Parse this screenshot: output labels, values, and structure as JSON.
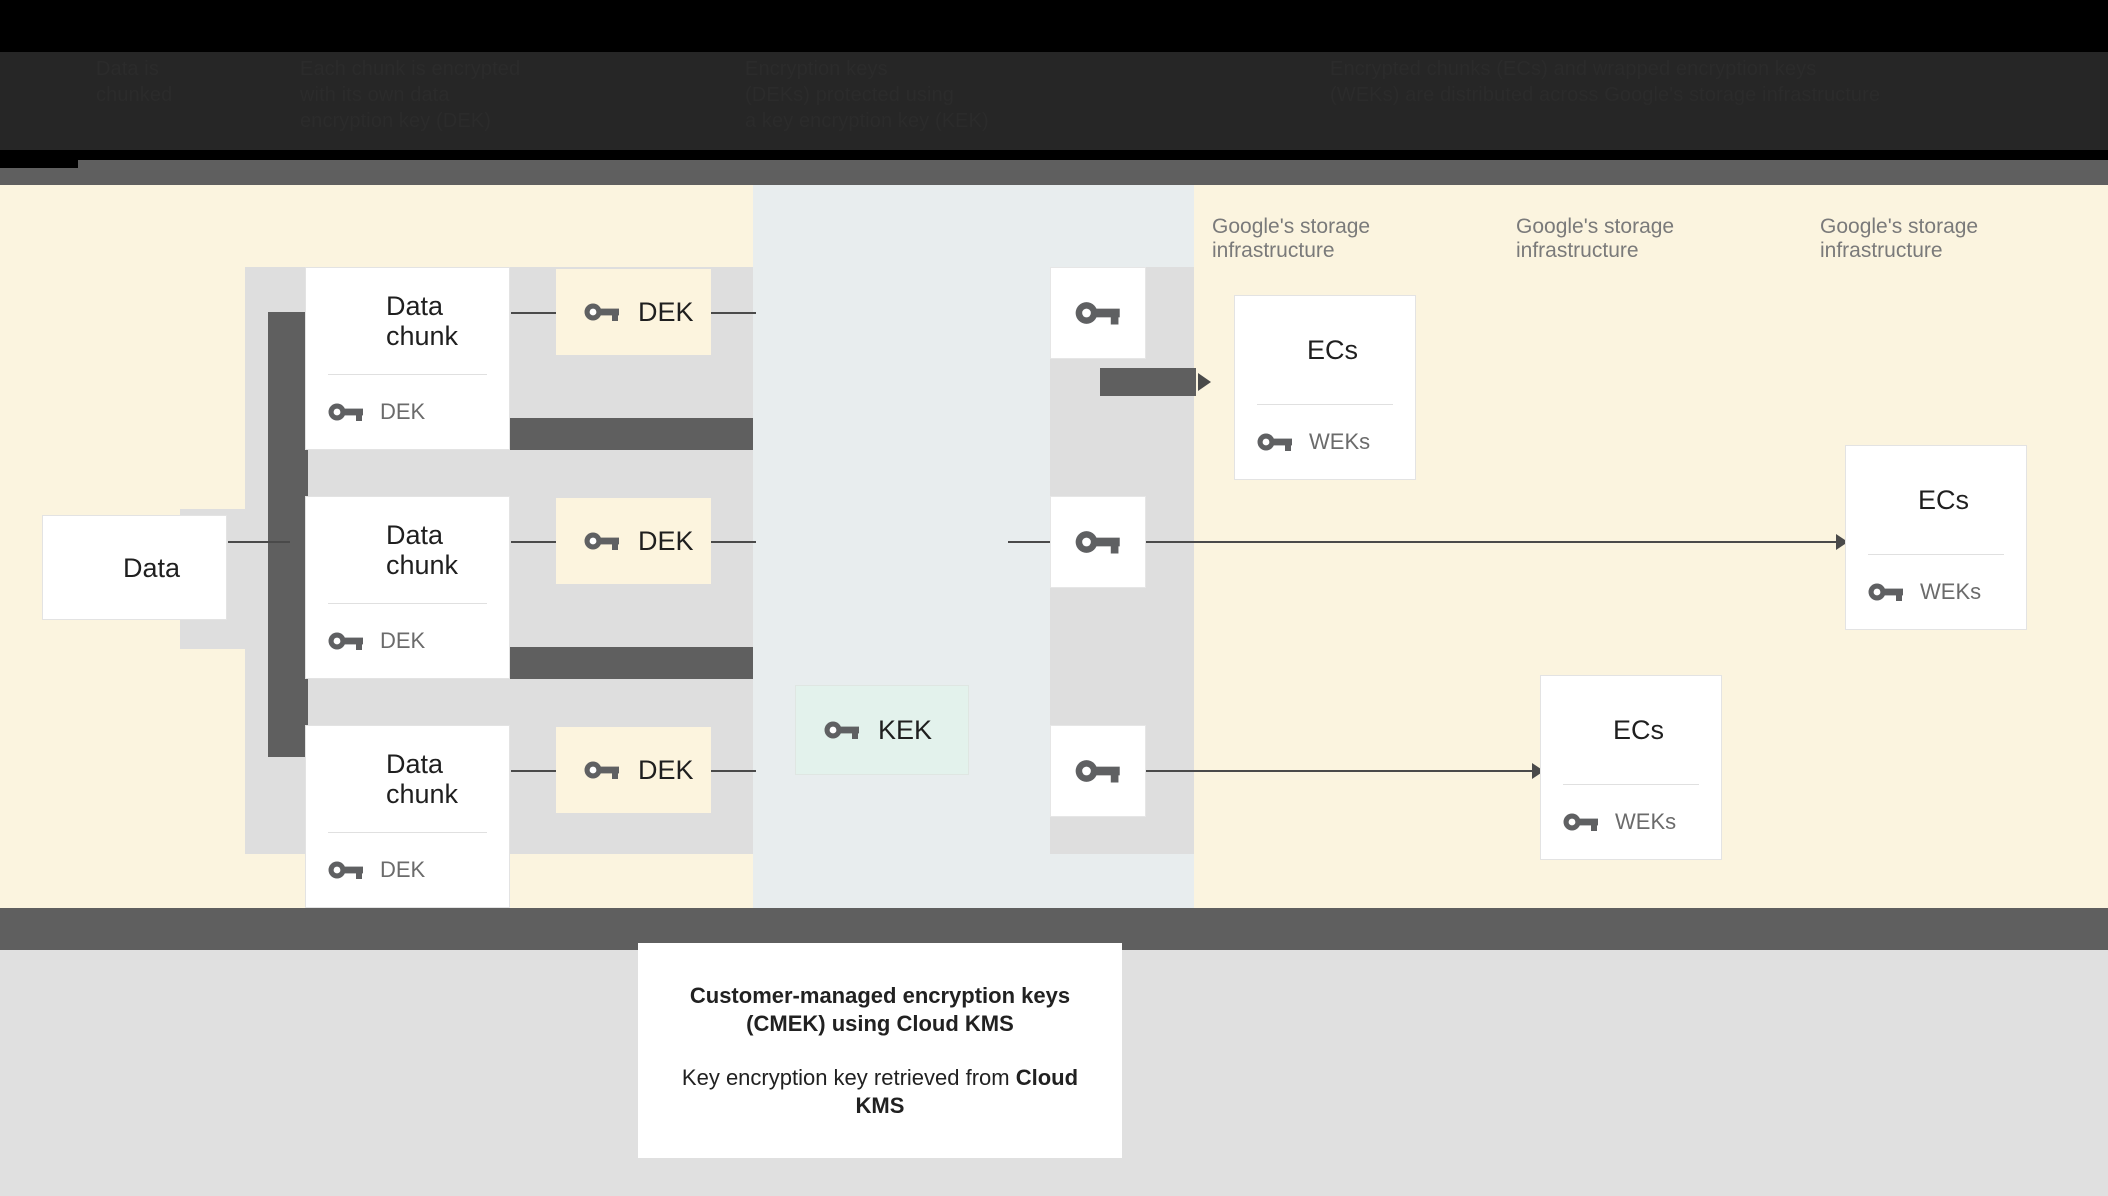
{
  "top_annotations": [
    {
      "id": "data-chunked",
      "text": "Data is\nchunked"
    },
    {
      "id": "chunk-encrypted",
      "text": "Each chunk is encrypted\nwith its own data\nencryption key (DEK)"
    },
    {
      "id": "dek-protected",
      "text": "Encryption keys\n(DEKs) protected using\na key encryption key (KEK)"
    },
    {
      "id": "distributed",
      "text": "Encrypted chunks (ECs) and wrapped encryption keys\n(WEKs) are distributed across Google's storage infrastructure"
    }
  ],
  "source": {
    "label": "Data",
    "icon": "storage-stack-icon"
  },
  "chunks": [
    {
      "title": "Data chunk",
      "key_label": "DEK",
      "icon": "storage-stack-icon",
      "key_icon": "key-icon"
    },
    {
      "title": "Data chunk",
      "key_label": "DEK",
      "icon": "storage-stack-icon",
      "key_icon": "key-icon"
    },
    {
      "title": "Data chunk",
      "key_label": "DEK",
      "icon": "storage-stack-icon",
      "key_icon": "key-icon"
    }
  ],
  "deks": [
    {
      "label": "DEK",
      "icon": "key-icon"
    },
    {
      "label": "DEK",
      "icon": "key-icon"
    },
    {
      "label": "DEK",
      "icon": "key-icon"
    }
  ],
  "kek": {
    "label": "KEK",
    "icon": "key-icon"
  },
  "wrapped_keys": [
    {
      "icon": "key-icon"
    },
    {
      "icon": "key-icon"
    },
    {
      "icon": "key-icon"
    }
  ],
  "storage_sections": [
    {
      "label": "Google's storage infrastructure"
    },
    {
      "label": "Google's storage infrastructure"
    },
    {
      "label": "Google's storage infrastructure"
    }
  ],
  "storage_cards": [
    {
      "title": "ECs",
      "key_label": "WEKs",
      "icon": "storage-stack-icon",
      "key_icon": "key-icon"
    },
    {
      "title": "ECs",
      "key_label": "WEKs",
      "icon": "storage-stack-icon",
      "key_icon": "key-icon"
    },
    {
      "title": "ECs",
      "key_label": "WEKs",
      "icon": "storage-stack-icon",
      "key_icon": "key-icon"
    }
  ],
  "caption": {
    "headline": "Customer-managed encryption keys (CMEK) using Cloud KMS",
    "body_prefix": "Key encryption key retrieved from ",
    "body_strong": "Cloud KMS"
  },
  "colors": {
    "cream": "#fbf4df",
    "blue_grey": "#e8edee",
    "dek_fill": "#fcf4de",
    "kek_fill": "#e3f2ec",
    "dark_grey": "#5f5f5f",
    "column_grey": "#dedede",
    "page_grey": "#e0e0e0",
    "line": "#4a4a4a",
    "muted_text": "#7a7a7a"
  }
}
